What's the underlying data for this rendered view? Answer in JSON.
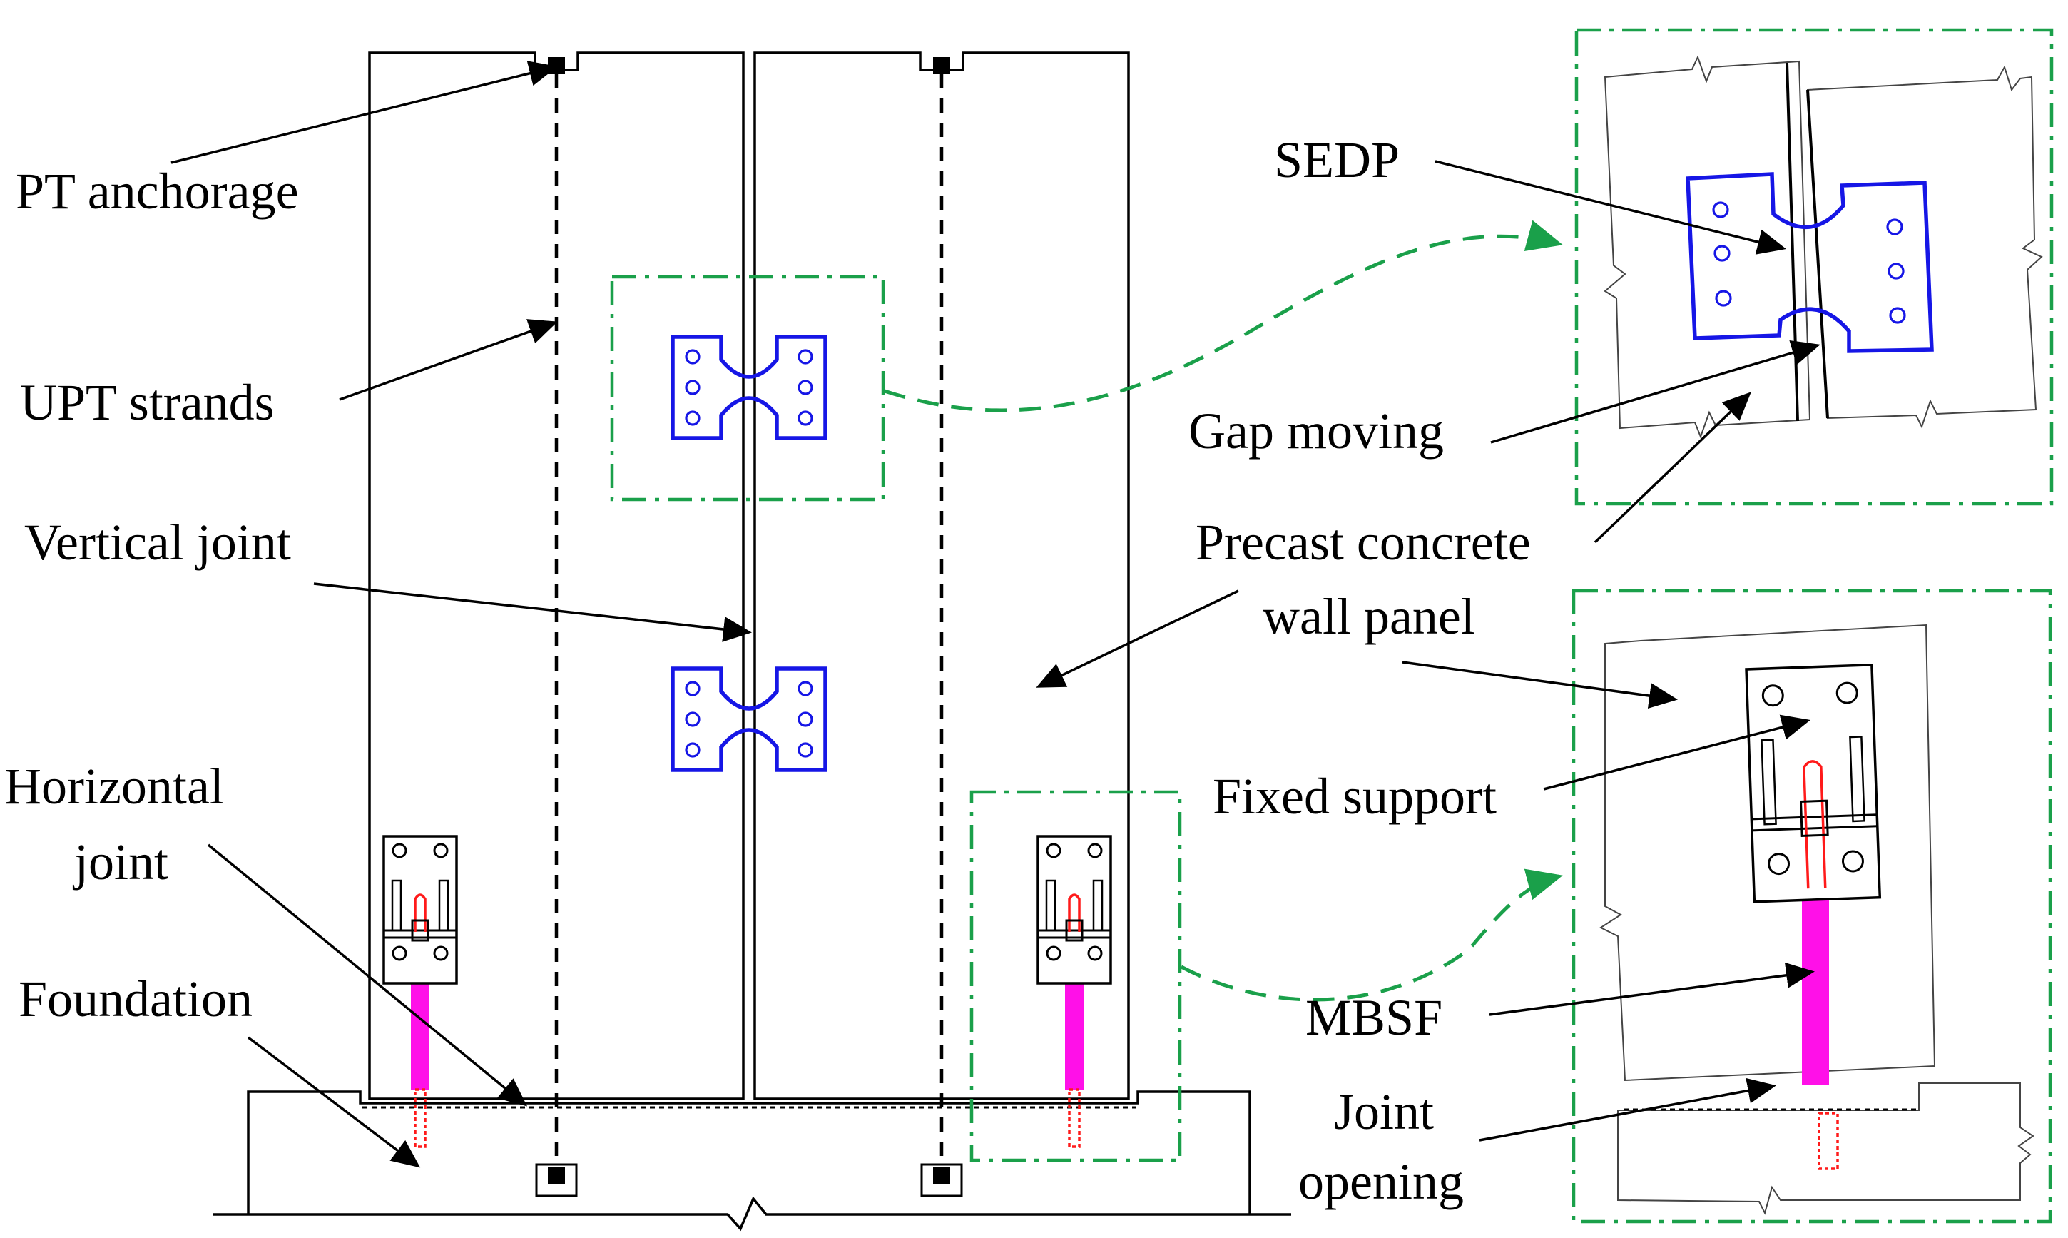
{
  "labels": {
    "pt_anchorage": "PT anchorage",
    "upt_strands": "UPT strands",
    "vertical_joint": "Vertical joint",
    "horizontal_joint_1": "Horizontal",
    "horizontal_joint_2": "joint",
    "foundation": "Foundation",
    "sedp": "SEDP",
    "gap_moving": "Gap moving",
    "precast_1": "Precast concrete",
    "precast_2": "wall panel",
    "fixed_support": "Fixed support",
    "mbsf": "MBSF",
    "joint_opening_1": "Joint",
    "joint_opening_2": "opening"
  },
  "colors": {
    "outline": "#000000",
    "detail_frame": "#1aa04a",
    "sedp": "#1616e6",
    "mbsf": "#ff10e8",
    "bolt": "#ff1a1a"
  }
}
